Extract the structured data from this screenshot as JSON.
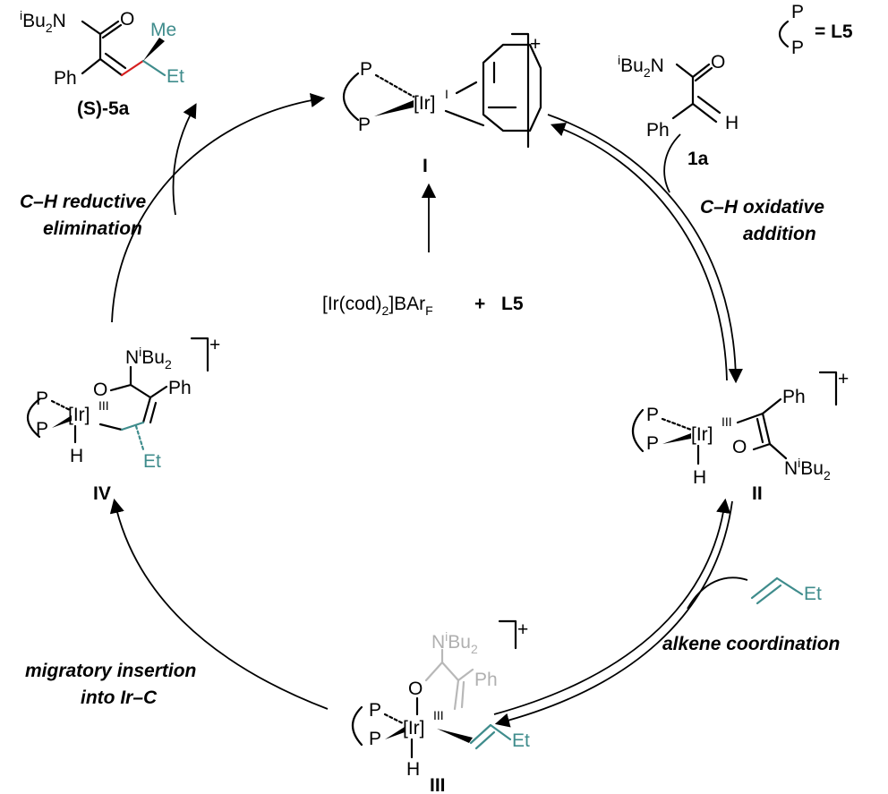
{
  "legend": {
    "p_top": "P",
    "p_bottom": "P",
    "equals": "= L5"
  },
  "center": {
    "reagent": "[Ir(cod)2]BArF",
    "plus": "+",
    "ligand": "L5"
  },
  "steps": {
    "oxidative_addition": [
      "C–H oxidative",
      "addition"
    ],
    "alkene_coordination": "alkene coordination",
    "migratory_insertion": [
      "migratory insertion",
      "into Ir–C"
    ],
    "reductive_elimination": [
      "C–H reductive",
      "elimination"
    ]
  },
  "compounds": {
    "I": "I",
    "II": "II",
    "III": "III",
    "IV": "IV",
    "substrate": "1a",
    "product": "(S)-5a"
  },
  "atoms": {
    "P": "P",
    "Ir": "[Ir]",
    "H": "H",
    "O": "O",
    "Ph": "Ph",
    "Me": "Me",
    "Et": "Et",
    "amide_N": "N",
    "iBu2_sup": "i",
    "iBu2": "Bu",
    "sub2": "2",
    "charge": "+",
    "ox_III": "III",
    "ox_I": "I"
  },
  "colors": {
    "teal": "#3f8c8c",
    "red": "#d62020",
    "grey": "#b0b0b0",
    "black": "#000000"
  }
}
